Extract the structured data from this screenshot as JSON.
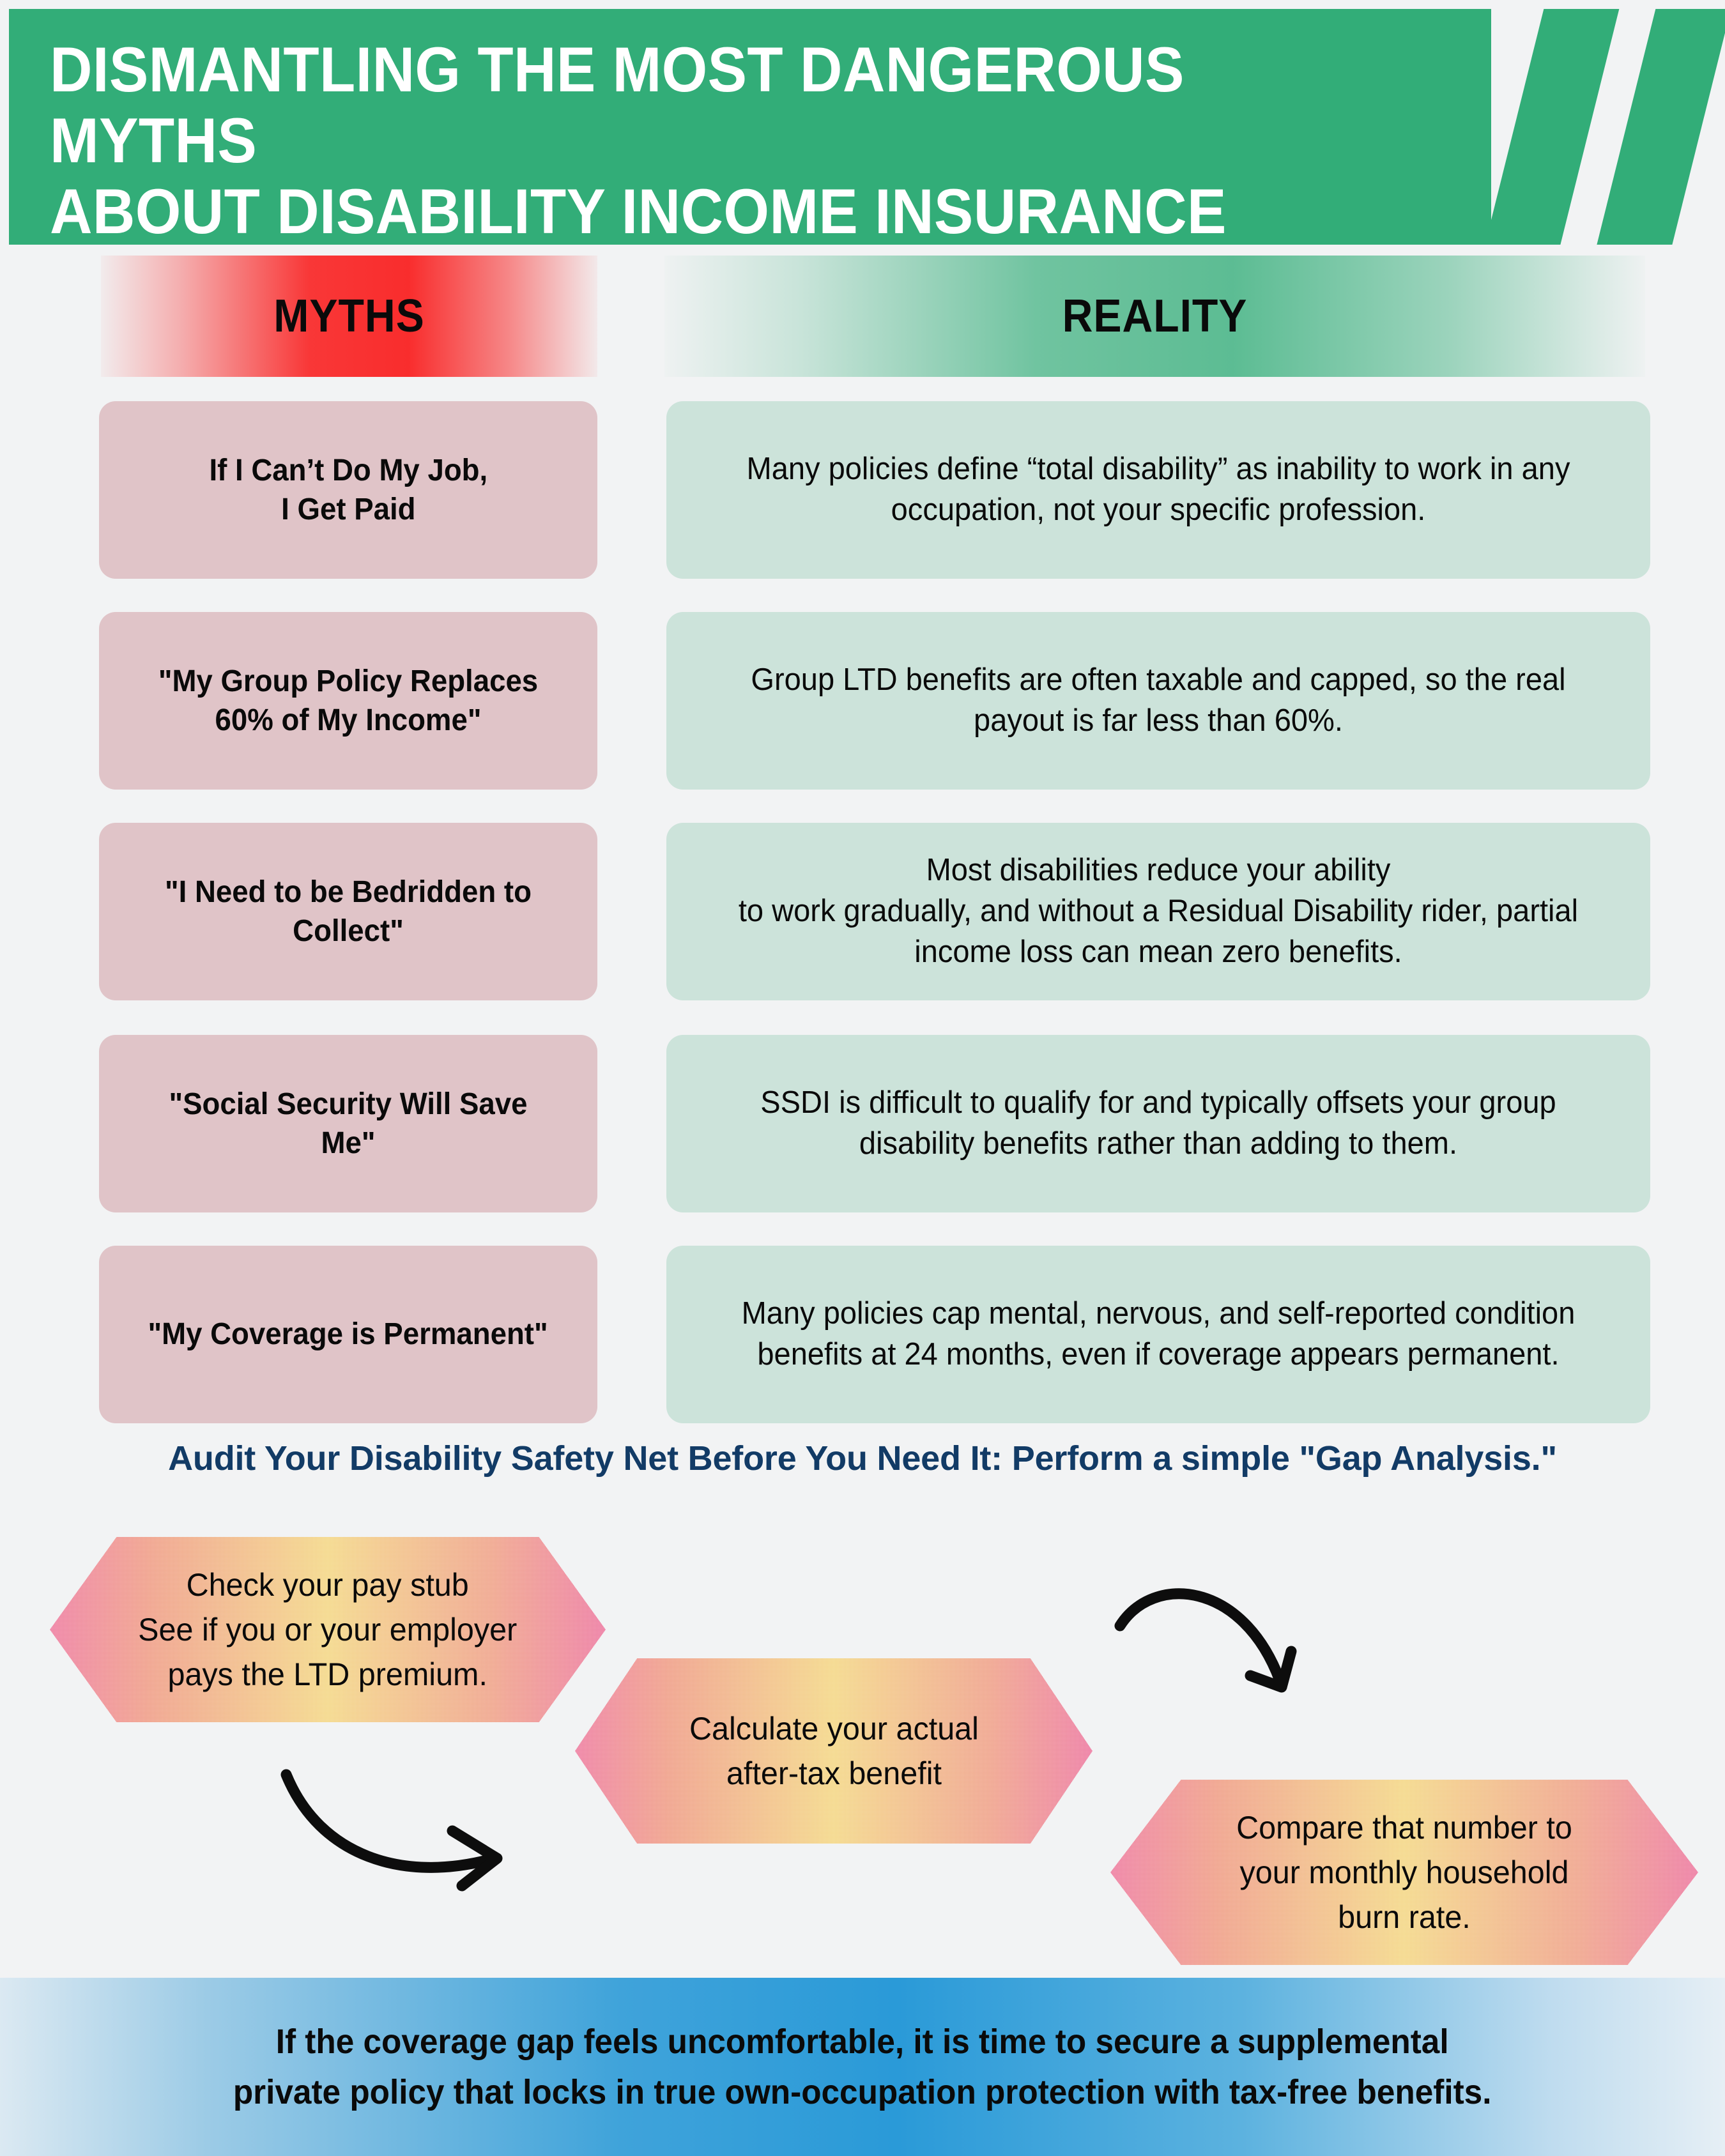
{
  "header": {
    "title_line1": "Dismantling the Most Dangerous Myths",
    "title_line2": "About Disability Income Insurance",
    "title_full": "Dismantling the Most Dangerous Myths\nAbout Disability Income Insurance",
    "bg_color": "#32ad78"
  },
  "columns": {
    "myths_label": "MYTHS",
    "reality_label": "REALITY",
    "myths_accent": "#f92d2d",
    "reality_accent": "#32ad78"
  },
  "rows": [
    {
      "myth": "If I Can’t Do My Job,\nI Get Paid",
      "reality": "Many policies define “total disability” as inability to work in any occupation, not your specific profession."
    },
    {
      "myth": "\"My Group Policy Replaces 60% of My Income\"",
      "reality": "Group LTD benefits are often taxable and capped, so the real payout is far less than 60%."
    },
    {
      "myth": "\"I Need to be Bedridden to Collect\"",
      "reality": "Most disabilities reduce your ability\nto work gradually, and without a Residual Disability rider, partial income loss can mean zero benefits."
    },
    {
      "myth": "\"Social Security Will Save Me\"",
      "reality": "SSDI is difficult to qualify for and typically offsets your group disability benefits rather than adding to them."
    },
    {
      "myth": "\"My Coverage is Permanent\"",
      "reality": "Many policies cap mental, nervous, and self-reported condition benefits at 24 months, even if coverage appears permanent."
    }
  ],
  "card_colors": {
    "myth_bg": "#e0c4c8",
    "reality_bg": "#cce3da"
  },
  "audit": {
    "heading": "Audit Your Disability Safety Net Before You Need It: Perform a simple \"Gap Analysis.\"",
    "heading_color": "#123b66"
  },
  "flow": {
    "steps": [
      "Check your pay stub\nSee if you or your employer\npays the LTD premium.",
      "Calculate your actual\nafter-tax benefit",
      "Compare that number to\nyour monthly household\nburn rate."
    ]
  },
  "footer": {
    "text": "If the coverage gap feels uncomfortable, it is time to secure a supplemental\nprivate policy that locks in true own-occupation protection with tax-free benefits.",
    "bg_color": "#2a9ad8"
  }
}
